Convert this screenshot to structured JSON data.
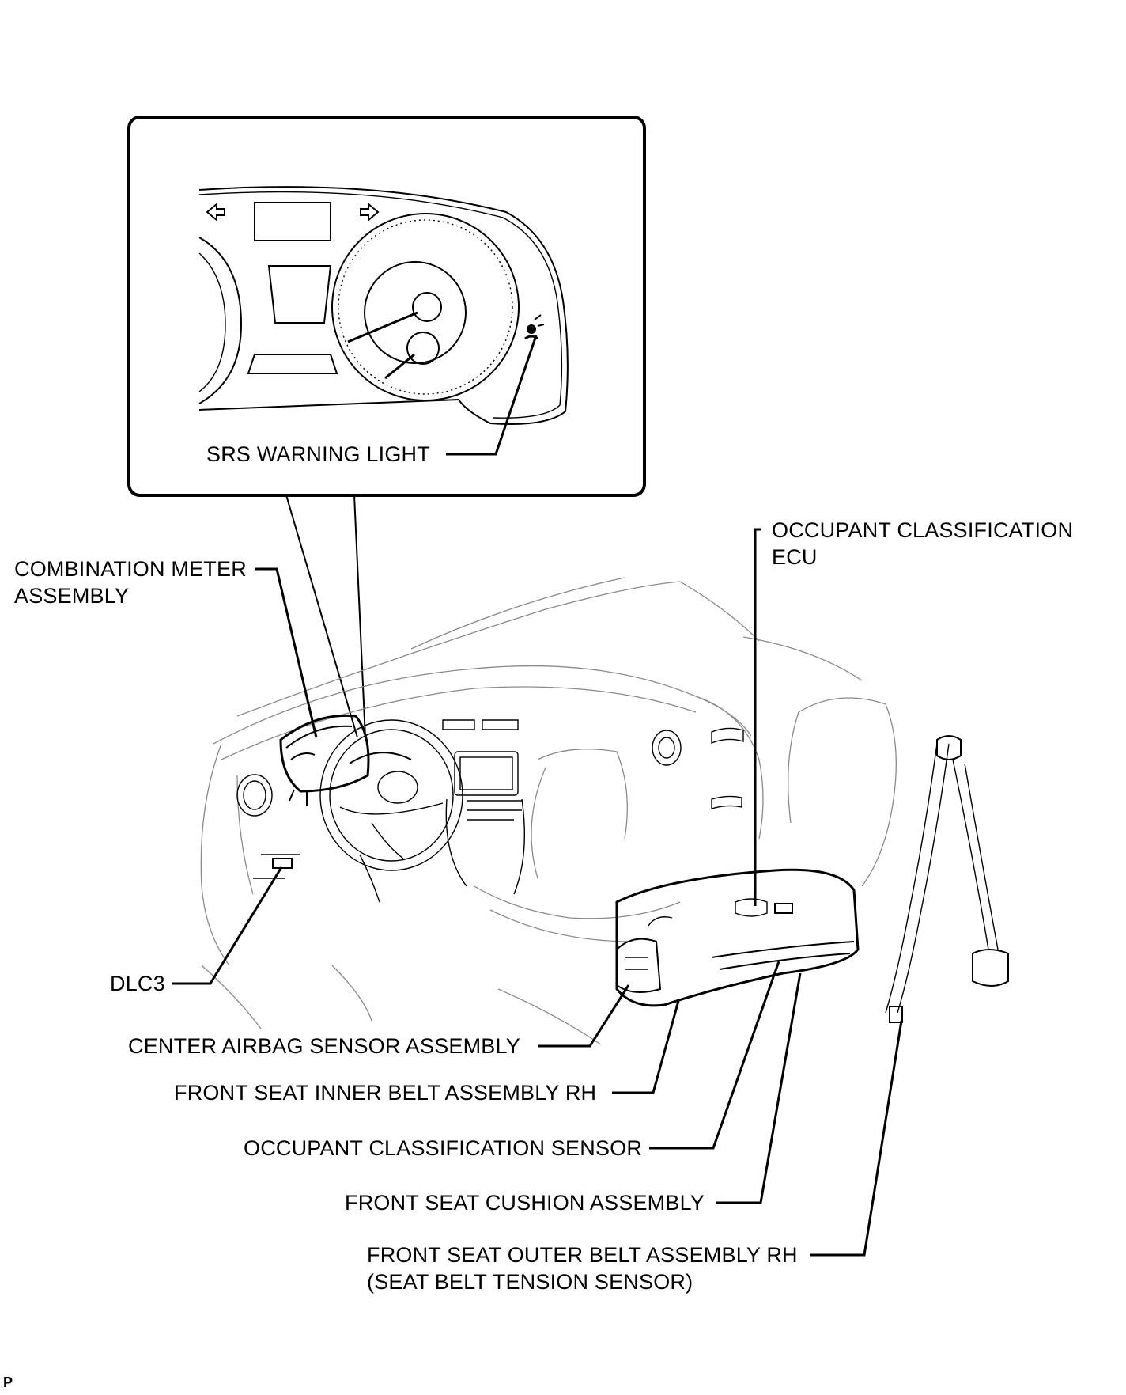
{
  "labels": {
    "srs_warning_light": "SRS WARNING LIGHT",
    "occupant_classification_ecu_line1": "OCCUPANT CLASSIFICATION",
    "occupant_classification_ecu_line2": "ECU",
    "combination_meter_line1": "COMBINATION METER",
    "combination_meter_line2": "ASSEMBLY",
    "dlc3": "DLC3",
    "center_airbag_sensor": "CENTER AIRBAG SENSOR ASSEMBLY",
    "front_seat_inner_belt": "FRONT SEAT INNER BELT ASSEMBLY RH",
    "occupant_classification_sensor": "OCCUPANT CLASSIFICATION SENSOR",
    "front_seat_cushion": "FRONT SEAT CUSHION ASSEMBLY",
    "front_seat_outer_belt_line1": "FRONT SEAT OUTER BELT ASSEMBLY RH",
    "front_seat_outer_belt_line2": "(SEAT BELT TENSION SENSOR)"
  },
  "corner_mark": "P"
}
